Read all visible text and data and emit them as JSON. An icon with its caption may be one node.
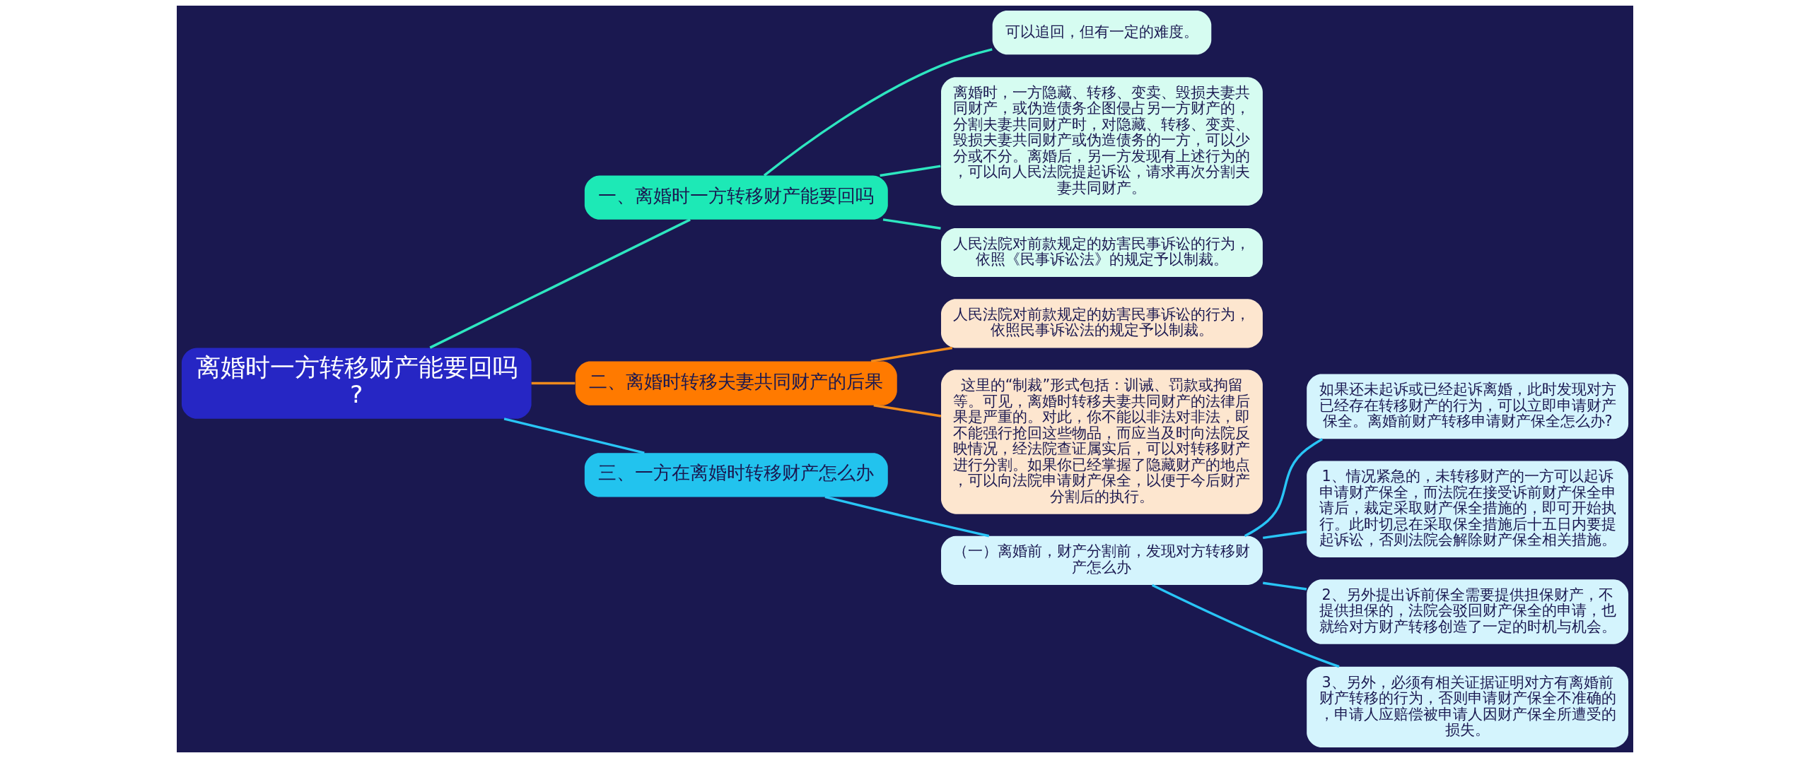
{
  "diagram": {
    "nodes": [
      {
        "text": [
          "离婚时一方转移财产能要回吗?"
        ]
      },
      {
        "text": [
          "一、离婚时一方转移财产能要回吗"
        ]
      },
      {
        "text": [
          "可以追回，但有一定的难度。"
        ]
      },
      {
        "text": [
          "离婚时，一方隐藏、转移、变卖、毁损夫妻共同财产，或伪造债务企图侵占另一方财产的，分割夫妻共同财产时，对隐藏、转移、变卖、毁损夫妻共同财产或伪造债务的一方，可以少分或不分。离婚后，另一方发现有上述行为的，可以向人民法院提起诉讼，请求再次分割夫妻共同财产。"
        ]
      },
      {
        "text": [
          "人民法院对前款规定的妨害民事诉讼的行为，依照《民事诉讼法》的规定予以制裁。"
        ]
      },
      {
        "text": [
          "二、离婚时转移夫妻共同财产的后果"
        ]
      },
      {
        "text": [
          "人民法院对前款规定的妨害民事诉讼的行为，依照民事诉讼法的规定予以制裁。"
        ]
      },
      {
        "text": [
          "这里的“制裁”形式包括：训诫、罚款或拘留等。可见，离婚时转移夫妻共同财产的法律后果是严重的。对此，你不能以非法对非法，即不能强行抢回这些物品，而应当及时向法院反映情况，经法院查证属实后，可以对转移财产进行分割。如果你已经掌握了隐藏财产的地点，可以向法院申请财产保全，以便于今后财产分割后的执行。"
        ]
      },
      {
        "text": [
          "三、一方在离婚时转移财产怎么办"
        ]
      },
      {
        "text": [
          "（一）离婚前，财产分割前，发现对方转移财产怎么办"
        ]
      },
      {
        "text": [
          "如果还未起诉或已经起诉离婚，此时发现对方已经存在转移财产的行为，可以立即申请财产保全。离婚前财产转移申请财产保全怎么办?"
        ]
      },
      {
        "text": [
          "1、情况紧急的，未转移财产的一方可以起诉申请财产保全，而法院在接受诉前财产保全申请后，裁定采取财产保全措施的，即可开始执行。此时切忌在采取保全措施后十五日内要提起诉讼，否则法院会解除财产保全相关措施。"
        ]
      },
      {
        "text": [
          "2、另外提出诉前保全需要提供担保财产，不提供担保的，法院会驳回财产保全的申请，也就给对方财产转移创造了一定的时机与机会。"
        ]
      },
      {
        "text": [
          "3、另外，必须有相关证据证明对方有离婚前财产转移的行为，否则申请财产保全不准确的，申请人应赔偿被申请人因财产保全所遭受的损失。"
        ]
      }
    ],
    "edges": [
      {
        "from": 0,
        "to": 1,
        "arrow": "none",
        "color": "#2ee6c0"
      },
      {
        "from": 1,
        "to": 2,
        "arrow": "none",
        "color": "#2ee6c0"
      },
      {
        "from": 1,
        "to": 3,
        "arrow": "none",
        "color": "#2ee6c0"
      },
      {
        "from": 1,
        "to": 4,
        "arrow": "none",
        "color": "#2ee6c0"
      },
      {
        "from": 0,
        "to": 5,
        "arrow": "none",
        "color": "#f08a1c"
      },
      {
        "from": 5,
        "to": 6,
        "arrow": "none",
        "color": "#f08a1c"
      },
      {
        "from": 5,
        "to": 7,
        "arrow": "none",
        "color": "#f08a1c"
      },
      {
        "from": 0,
        "to": 8,
        "arrow": "none"
      },
      {
        "from": 8,
        "to": 9,
        "arrow": "none"
      },
      {
        "from": 9,
        "to": 10,
        "arrow": "none"
      },
      {
        "from": 9,
        "to": 11,
        "arrow": "none"
      },
      {
        "from": 9,
        "to": 12,
        "arrow": "none"
      },
      {
        "from": 9,
        "to": 13,
        "arrow": "none"
      }
    ]
  }
}
